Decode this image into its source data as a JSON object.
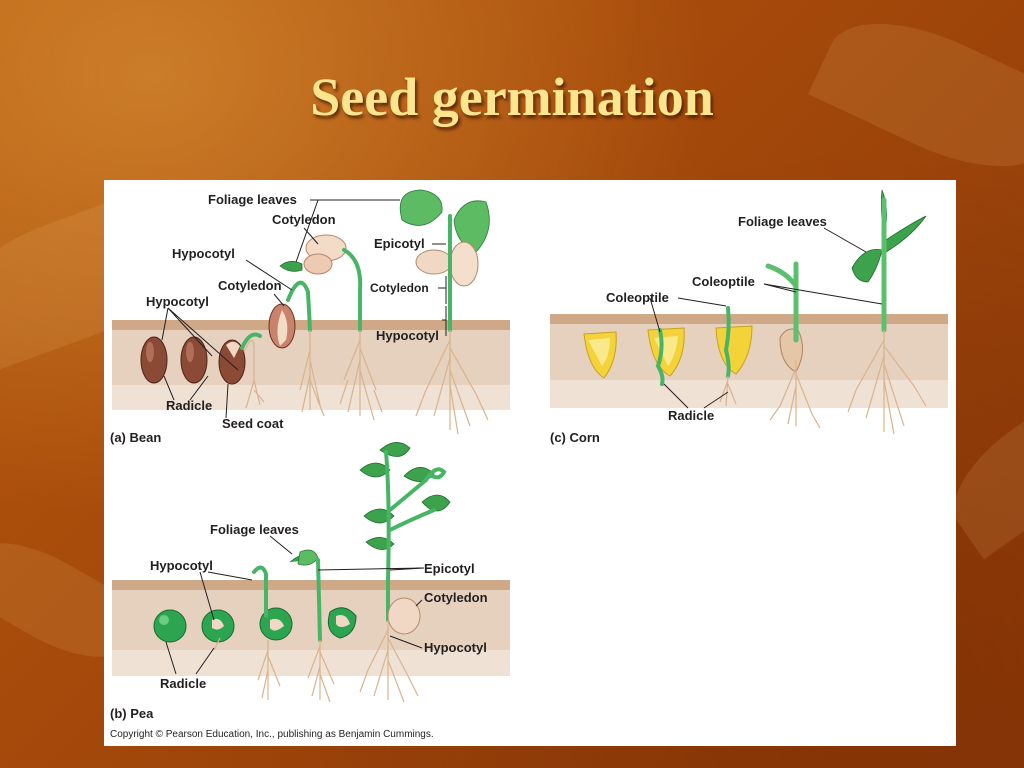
{
  "slide": {
    "title": "Seed germination"
  },
  "diagram": {
    "bean": {
      "caption": "(a) Bean",
      "labels": {
        "foliage_leaves": "Foliage leaves",
        "cotyledon_top": "Cotyledon",
        "hypocotyl_top": "Hypocotyl",
        "epicotyl": "Epicotyl",
        "cotyledon_mid": "Cotyledon",
        "cotyledon_right": "Cotyledon",
        "hypocotyl_left": "Hypocotyl",
        "hypocotyl_right": "Hypocotyl",
        "radicle": "Radicle",
        "seed_coat": "Seed coat"
      }
    },
    "pea": {
      "caption": "(b) Pea",
      "labels": {
        "foliage_leaves": "Foliage leaves",
        "hypocotyl": "Hypocotyl",
        "epicotyl": "Epicotyl",
        "cotyledon": "Cotyledon",
        "hypocotyl_right": "Hypocotyl",
        "radicle": "Radicle"
      }
    },
    "corn": {
      "caption": "(c) Corn",
      "labels": {
        "foliage_leaves": "Foliage leaves",
        "coleoptile_right": "Coleoptile",
        "coleoptile_left": "Coleoptile",
        "radicle": "Radicle"
      }
    },
    "copyright": "Copyright © Pearson Education, Inc., publishing as Benjamin Cummings."
  },
  "colors": {
    "background": "#a84c0b",
    "title": "#fbe58f",
    "soil": "#e2c9b3",
    "stem_green": "#48b566",
    "bean_seed": "#8b4a36",
    "pea_seed": "#2da550",
    "corn_kernel": "#f4d23a"
  }
}
